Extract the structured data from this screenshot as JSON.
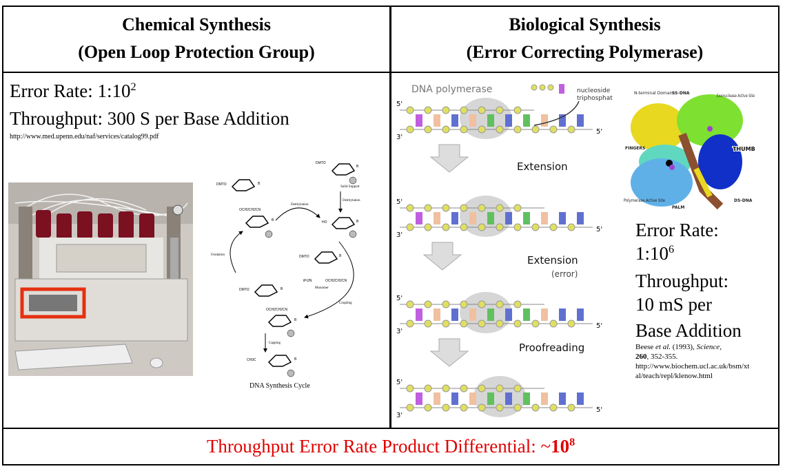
{
  "left": {
    "title_line1": "Chemical Synthesis",
    "title_line2": "(Open Loop Protection Group)",
    "error_rate_label": "Error Rate:  1:10",
    "error_rate_exp": "2",
    "throughput": "Throughput:  300 S per Base Addition",
    "url": "http://www.med.upenn.edu/naf/services/catalog99.pdf",
    "cycle": {
      "caption": "DNA Synthesis Cycle",
      "dmto": "DMTO",
      "ho": "HO",
      "b": "B",
      "solid_support": "Solid Support",
      "detritylation": "Detritylation",
      "oxidation": "Oxidation",
      "coupling": "Coupling",
      "capping": "Capping",
      "monomer": "Monomer",
      "ipr2n": "iPr2N",
      "och2ch2cn": "OCH2CH2CN",
      "ch3c": "CH3C"
    }
  },
  "right": {
    "title_line1": "Biological Synthesis",
    "title_line2": "(Error Correcting Polymerase)",
    "error_rate_label": "Error Rate:",
    "error_rate_value": "1:10",
    "error_rate_exp": "6",
    "throughput_label": "Throughput:",
    "throughput_value": "10 mS per",
    "throughput_unit": "Base Addition",
    "citation": {
      "authors": "Beese ",
      "etal": "et al.",
      "year": " (1993), ",
      "journal": "Science",
      "comma": ",",
      "volume": "260",
      "pages": ", 352-355.",
      "url": "http://www.biochem.ucl.ac.uk/bsm/xtal/teach/repl/klenow.html"
    },
    "diagram": {
      "title": "DNA polymerase",
      "ntp_label1": "nucleoside",
      "ntp_label2": "triphosphat",
      "step1": "Extension",
      "step2": "Extension",
      "step2_note": "(error)",
      "step3": "Proofreading",
      "five_prime": "5'",
      "three_prime": "3'"
    },
    "protein": {
      "n_terminal": "N-terminal Domain",
      "ss_dna": "SS-DNA",
      "exonuclease": "Exonuclease Active Site",
      "fingers": "FINGERS",
      "thumb": "THUMB",
      "polymerase_site": "Polymerase Active Site",
      "palm": "PALM",
      "ds_dna": "DS-DNA"
    }
  },
  "footer": {
    "text": "Throughput Error Rate Product Differential: ~",
    "base": "10",
    "exp": "8"
  },
  "colors": {
    "footer_text": "#e00000",
    "border": "#000000"
  }
}
